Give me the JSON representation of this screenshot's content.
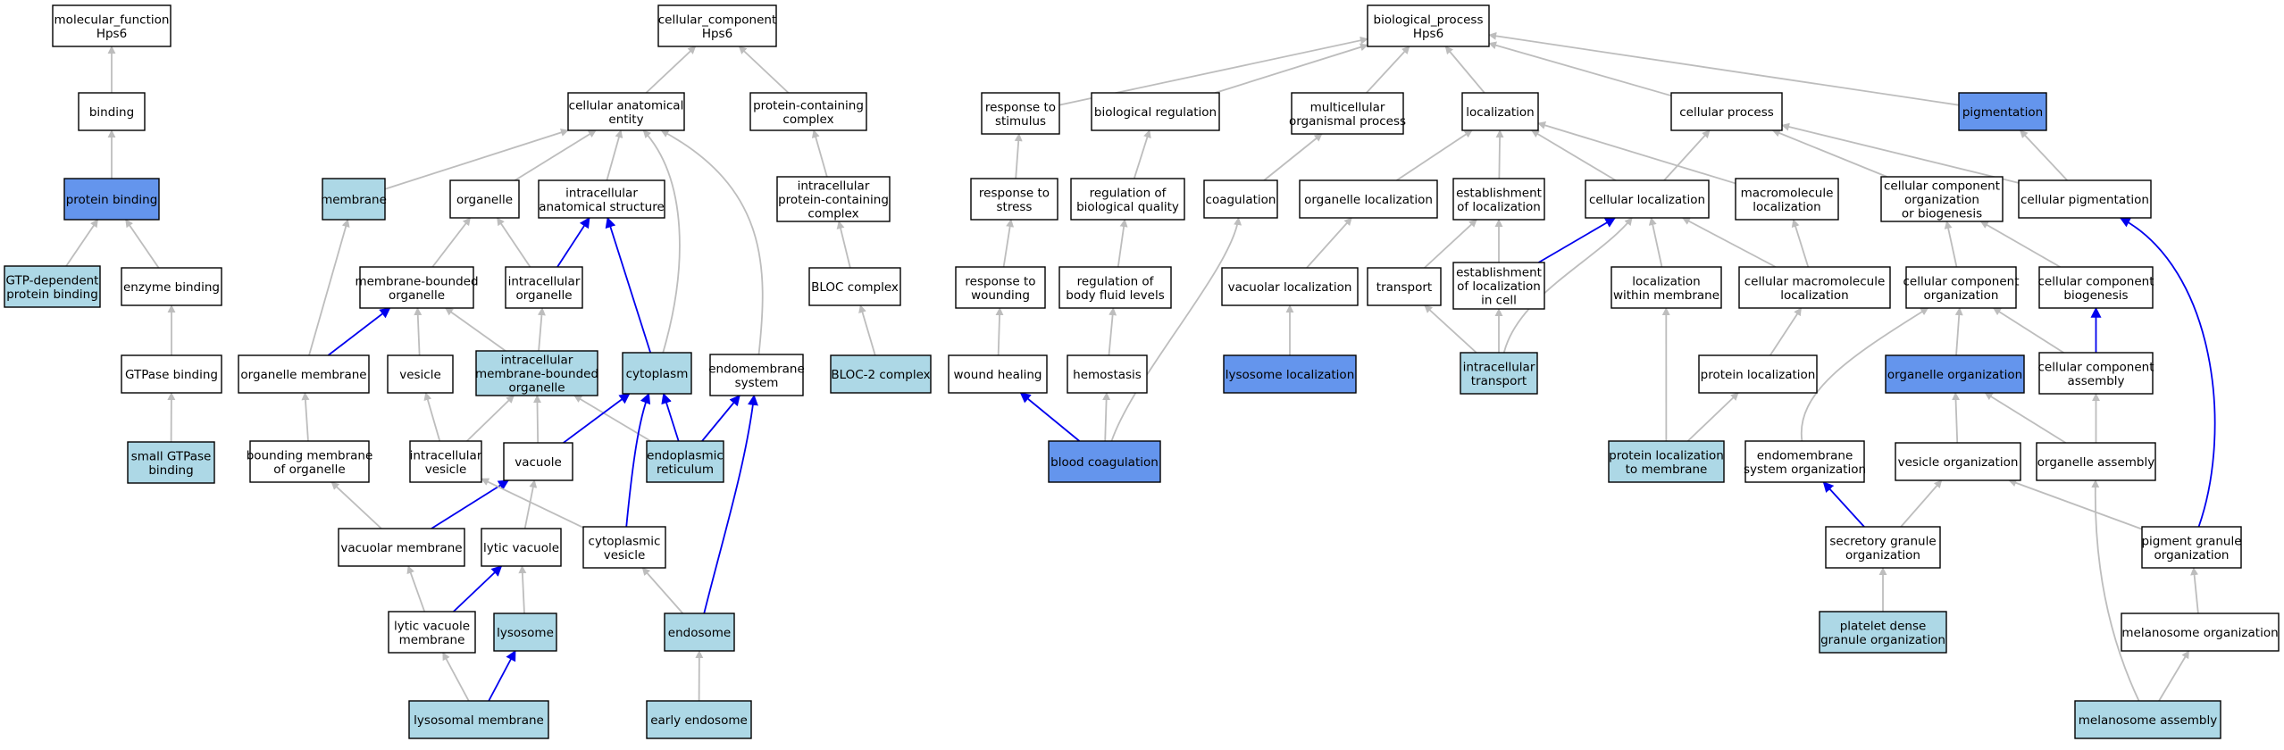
{
  "colors": {
    "plain": "#ffffff",
    "light": "#add8e6",
    "strong": "#6495ed",
    "edge_gray": "#bdbdbd",
    "edge_blue": "#0000ee"
  },
  "nodes": [
    {
      "id": "mf",
      "lines": [
        "molecular_function",
        "Hps6"
      ],
      "fill": "plain"
    },
    {
      "id": "binding",
      "lines": [
        "binding"
      ],
      "fill": "plain"
    },
    {
      "id": "pb",
      "lines": [
        "protein binding"
      ],
      "fill": "strong"
    },
    {
      "id": "gtpdep",
      "lines": [
        "GTP-dependent",
        "protein binding"
      ],
      "fill": "light"
    },
    {
      "id": "enz",
      "lines": [
        "enzyme binding"
      ],
      "fill": "plain"
    },
    {
      "id": "gtpase",
      "lines": [
        "GTPase binding"
      ],
      "fill": "plain"
    },
    {
      "id": "smallgtp",
      "lines": [
        "small GTPase",
        "binding"
      ],
      "fill": "light"
    },
    {
      "id": "cc",
      "lines": [
        "cellular_component",
        "Hps6"
      ],
      "fill": "plain"
    },
    {
      "id": "cae",
      "lines": [
        "cellular anatomical",
        "entity"
      ],
      "fill": "plain"
    },
    {
      "id": "pcc",
      "lines": [
        "protein-containing",
        "complex"
      ],
      "fill": "plain"
    },
    {
      "id": "membrane",
      "lines": [
        "membrane"
      ],
      "fill": "light"
    },
    {
      "id": "organelle",
      "lines": [
        "organelle"
      ],
      "fill": "plain"
    },
    {
      "id": "ias",
      "lines": [
        "intracellular",
        "anatomical structure"
      ],
      "fill": "plain"
    },
    {
      "id": "ipcc",
      "lines": [
        "intracellular",
        "protein-containing",
        "complex"
      ],
      "fill": "plain"
    },
    {
      "id": "mbo",
      "lines": [
        "membrane-bounded",
        "organelle"
      ],
      "fill": "plain"
    },
    {
      "id": "io",
      "lines": [
        "intracellular",
        "organelle"
      ],
      "fill": "plain"
    },
    {
      "id": "bloc",
      "lines": [
        "BLOC complex"
      ],
      "fill": "plain"
    },
    {
      "id": "orgmem",
      "lines": [
        "organelle membrane"
      ],
      "fill": "plain"
    },
    {
      "id": "vesicle",
      "lines": [
        "vesicle"
      ],
      "fill": "plain"
    },
    {
      "id": "imbo",
      "lines": [
        "intracellular",
        "membrane-bounded",
        "organelle"
      ],
      "fill": "light"
    },
    {
      "id": "cytoplasm",
      "lines": [
        "cytoplasm"
      ],
      "fill": "light"
    },
    {
      "id": "endosys",
      "lines": [
        "endomembrane",
        "system"
      ],
      "fill": "plain"
    },
    {
      "id": "bloc2",
      "lines": [
        "BLOC-2 complex"
      ],
      "fill": "light"
    },
    {
      "id": "bmo",
      "lines": [
        "bounding membrane",
        "of organelle"
      ],
      "fill": "plain"
    },
    {
      "id": "iv",
      "lines": [
        "intracellular",
        "vesicle"
      ],
      "fill": "plain"
    },
    {
      "id": "vacuole",
      "lines": [
        "vacuole"
      ],
      "fill": "plain"
    },
    {
      "id": "er",
      "lines": [
        "endoplasmic",
        "reticulum"
      ],
      "fill": "light"
    },
    {
      "id": "vacmem",
      "lines": [
        "vacuolar membrane"
      ],
      "fill": "plain"
    },
    {
      "id": "lytvac",
      "lines": [
        "lytic vacuole"
      ],
      "fill": "plain"
    },
    {
      "id": "cytves",
      "lines": [
        "cytoplasmic",
        "vesicle"
      ],
      "fill": "plain"
    },
    {
      "id": "lvm",
      "lines": [
        "lytic vacuole",
        "membrane"
      ],
      "fill": "plain"
    },
    {
      "id": "lysosome",
      "lines": [
        "lysosome"
      ],
      "fill": "light"
    },
    {
      "id": "endosome",
      "lines": [
        "endosome"
      ],
      "fill": "light"
    },
    {
      "id": "lysmem",
      "lines": [
        "lysosomal membrane"
      ],
      "fill": "light"
    },
    {
      "id": "early",
      "lines": [
        "early endosome"
      ],
      "fill": "light"
    },
    {
      "id": "bp",
      "lines": [
        "biological_process",
        "Hps6"
      ],
      "fill": "plain"
    },
    {
      "id": "rts",
      "lines": [
        "response to",
        "stimulus"
      ],
      "fill": "plain"
    },
    {
      "id": "breg",
      "lines": [
        "biological regulation"
      ],
      "fill": "plain"
    },
    {
      "id": "mop",
      "lines": [
        "multicellular",
        "organismal process"
      ],
      "fill": "plain"
    },
    {
      "id": "loc",
      "lines": [
        "localization"
      ],
      "fill": "plain"
    },
    {
      "id": "cellproc",
      "lines": [
        "cellular process"
      ],
      "fill": "plain"
    },
    {
      "id": "pigm",
      "lines": [
        "pigmentation"
      ],
      "fill": "strong"
    },
    {
      "id": "rtstress",
      "lines": [
        "response to",
        "stress"
      ],
      "fill": "plain"
    },
    {
      "id": "rbq",
      "lines": [
        "regulation of",
        "biological quality"
      ],
      "fill": "plain"
    },
    {
      "id": "coag",
      "lines": [
        "coagulation"
      ],
      "fill": "plain"
    },
    {
      "id": "orgloc",
      "lines": [
        "organelle localization"
      ],
      "fill": "plain"
    },
    {
      "id": "estloc",
      "lines": [
        "establishment",
        "of localization"
      ],
      "fill": "plain"
    },
    {
      "id": "cellloc",
      "lines": [
        "cellular localization"
      ],
      "fill": "plain"
    },
    {
      "id": "macloc",
      "lines": [
        "macromolecule",
        "localization"
      ],
      "fill": "plain"
    },
    {
      "id": "ccob",
      "lines": [
        "cellular component",
        "organization",
        "or biogenesis"
      ],
      "fill": "plain"
    },
    {
      "id": "cellpig",
      "lines": [
        "cellular pigmentation"
      ],
      "fill": "plain"
    },
    {
      "id": "rtw",
      "lines": [
        "response to",
        "wounding"
      ],
      "fill": "plain"
    },
    {
      "id": "rbfl",
      "lines": [
        "regulation of",
        "body fluid levels"
      ],
      "fill": "plain"
    },
    {
      "id": "vacloc",
      "lines": [
        "vacuolar localization"
      ],
      "fill": "plain"
    },
    {
      "id": "transport",
      "lines": [
        "transport"
      ],
      "fill": "plain"
    },
    {
      "id": "estcell",
      "lines": [
        "establishment",
        "of localization",
        "in cell"
      ],
      "fill": "plain"
    },
    {
      "id": "locmem",
      "lines": [
        "localization",
        "within membrane"
      ],
      "fill": "plain"
    },
    {
      "id": "cmacloc",
      "lines": [
        "cellular macromolecule",
        "localization"
      ],
      "fill": "plain"
    },
    {
      "id": "ccorg",
      "lines": [
        "cellular component",
        "organization"
      ],
      "fill": "plain"
    },
    {
      "id": "ccbio",
      "lines": [
        "cellular component",
        "biogenesis"
      ],
      "fill": "plain"
    },
    {
      "id": "wound",
      "lines": [
        "wound healing"
      ],
      "fill": "plain"
    },
    {
      "id": "hemo",
      "lines": [
        "hemostasis"
      ],
      "fill": "plain"
    },
    {
      "id": "lysloc",
      "lines": [
        "lysosome localization"
      ],
      "fill": "strong"
    },
    {
      "id": "itrans",
      "lines": [
        "intracellular",
        "transport"
      ],
      "fill": "light"
    },
    {
      "id": "protloc",
      "lines": [
        "protein localization"
      ],
      "fill": "plain"
    },
    {
      "id": "orgorg",
      "lines": [
        "organelle organization"
      ],
      "fill": "strong"
    },
    {
      "id": "ccassem",
      "lines": [
        "cellular component",
        "assembly"
      ],
      "fill": "plain"
    },
    {
      "id": "bcoag",
      "lines": [
        "blood coagulation"
      ],
      "fill": "strong"
    },
    {
      "id": "plmem",
      "lines": [
        "protein localization",
        "to membrane"
      ],
      "fill": "light"
    },
    {
      "id": "endoorg",
      "lines": [
        "endomembrane",
        "system organization"
      ],
      "fill": "plain"
    },
    {
      "id": "vesorg",
      "lines": [
        "vesicle organization"
      ],
      "fill": "plain"
    },
    {
      "id": "orgassem",
      "lines": [
        "organelle assembly"
      ],
      "fill": "plain"
    },
    {
      "id": "sgo",
      "lines": [
        "secretory granule",
        "organization"
      ],
      "fill": "plain"
    },
    {
      "id": "pgo",
      "lines": [
        "pigment granule",
        "organization"
      ],
      "fill": "plain"
    },
    {
      "id": "pdgo",
      "lines": [
        "platelet dense",
        "granule organization"
      ],
      "fill": "light"
    },
    {
      "id": "melorg",
      "lines": [
        "melanosome organization"
      ],
      "fill": "plain"
    },
    {
      "id": "melass",
      "lines": [
        "melanosome assembly"
      ],
      "fill": "light"
    }
  ],
  "edges": [
    {
      "from": "binding",
      "to": "mf",
      "kind": "gray"
    },
    {
      "from": "pb",
      "to": "binding",
      "kind": "gray"
    },
    {
      "from": "gtpdep",
      "to": "pb",
      "kind": "gray"
    },
    {
      "from": "enz",
      "to": "pb",
      "kind": "gray"
    },
    {
      "from": "gtpase",
      "to": "enz",
      "kind": "gray"
    },
    {
      "from": "smallgtp",
      "to": "gtpase",
      "kind": "gray"
    },
    {
      "from": "cae",
      "to": "cc",
      "kind": "gray"
    },
    {
      "from": "pcc",
      "to": "cc",
      "kind": "gray"
    },
    {
      "from": "membrane",
      "to": "cae",
      "kind": "gray"
    },
    {
      "from": "organelle",
      "to": "cae",
      "kind": "gray"
    },
    {
      "from": "ias",
      "to": "cae",
      "kind": "gray"
    },
    {
      "from": "cytoplasm",
      "to": "cae",
      "kind": "gray"
    },
    {
      "from": "endosys",
      "to": "cae",
      "kind": "gray"
    },
    {
      "from": "ipcc",
      "to": "pcc",
      "kind": "gray"
    },
    {
      "from": "mbo",
      "to": "organelle",
      "kind": "gray"
    },
    {
      "from": "io",
      "to": "organelle",
      "kind": "gray"
    },
    {
      "from": "io",
      "to": "ias",
      "kind": "blue"
    },
    {
      "from": "cytoplasm",
      "to": "ias",
      "kind": "blue"
    },
    {
      "from": "bloc",
      "to": "ipcc",
      "kind": "gray"
    },
    {
      "from": "orgmem",
      "to": "membrane",
      "kind": "gray"
    },
    {
      "from": "orgmem",
      "to": "mbo",
      "kind": "blue"
    },
    {
      "from": "vesicle",
      "to": "mbo",
      "kind": "gray"
    },
    {
      "from": "imbo",
      "to": "mbo",
      "kind": "gray"
    },
    {
      "from": "imbo",
      "to": "io",
      "kind": "gray"
    },
    {
      "from": "bloc2",
      "to": "bloc",
      "kind": "gray"
    },
    {
      "from": "bmo",
      "to": "orgmem",
      "kind": "gray"
    },
    {
      "from": "iv",
      "to": "vesicle",
      "kind": "gray"
    },
    {
      "from": "iv",
      "to": "imbo",
      "kind": "gray"
    },
    {
      "from": "vacuole",
      "to": "imbo",
      "kind": "gray"
    },
    {
      "from": "er",
      "to": "imbo",
      "kind": "gray"
    },
    {
      "from": "vacuole",
      "to": "cytoplasm",
      "kind": "blue"
    },
    {
      "from": "er",
      "to": "cytoplasm",
      "kind": "blue"
    },
    {
      "from": "cytves",
      "to": "cytoplasm",
      "kind": "blue"
    },
    {
      "from": "er",
      "to": "endosys",
      "kind": "blue"
    },
    {
      "from": "endosome",
      "to": "endosys",
      "kind": "blue"
    },
    {
      "from": "vacmem",
      "to": "bmo",
      "kind": "gray"
    },
    {
      "from": "vacmem",
      "to": "vacuole",
      "kind": "blue"
    },
    {
      "from": "lytvac",
      "to": "vacuole",
      "kind": "gray"
    },
    {
      "from": "cytves",
      "to": "iv",
      "kind": "gray"
    },
    {
      "from": "lvm",
      "to": "vacmem",
      "kind": "gray"
    },
    {
      "from": "lvm",
      "to": "lytvac",
      "kind": "blue"
    },
    {
      "from": "lysosome",
      "to": "lytvac",
      "kind": "gray"
    },
    {
      "from": "endosome",
      "to": "cytves",
      "kind": "gray"
    },
    {
      "from": "lysmem",
      "to": "lvm",
      "kind": "gray"
    },
    {
      "from": "lysmem",
      "to": "lysosome",
      "kind": "blue"
    },
    {
      "from": "early",
      "to": "endosome",
      "kind": "gray"
    },
    {
      "from": "rts",
      "to": "bp",
      "kind": "gray"
    },
    {
      "from": "breg",
      "to": "bp",
      "kind": "gray"
    },
    {
      "from": "mop",
      "to": "bp",
      "kind": "gray"
    },
    {
      "from": "loc",
      "to": "bp",
      "kind": "gray"
    },
    {
      "from": "cellproc",
      "to": "bp",
      "kind": "gray"
    },
    {
      "from": "pigm",
      "to": "bp",
      "kind": "gray"
    },
    {
      "from": "rtstress",
      "to": "rts",
      "kind": "gray"
    },
    {
      "from": "rbq",
      "to": "breg",
      "kind": "gray"
    },
    {
      "from": "coag",
      "to": "mop",
      "kind": "gray"
    },
    {
      "from": "orgloc",
      "to": "loc",
      "kind": "gray"
    },
    {
      "from": "estloc",
      "to": "loc",
      "kind": "gray"
    },
    {
      "from": "cellloc",
      "to": "loc",
      "kind": "gray"
    },
    {
      "from": "macloc",
      "to": "loc",
      "kind": "gray"
    },
    {
      "from": "cellloc",
      "to": "cellproc",
      "kind": "gray"
    },
    {
      "from": "ccob",
      "to": "cellproc",
      "kind": "gray"
    },
    {
      "from": "cellpig",
      "to": "cellproc",
      "kind": "gray"
    },
    {
      "from": "cellpig",
      "to": "pigm",
      "kind": "gray"
    },
    {
      "from": "rtw",
      "to": "rtstress",
      "kind": "gray"
    },
    {
      "from": "rbfl",
      "to": "rbq",
      "kind": "gray"
    },
    {
      "from": "vacloc",
      "to": "orgloc",
      "kind": "gray"
    },
    {
      "from": "transport",
      "to": "estloc",
      "kind": "gray"
    },
    {
      "from": "estcell",
      "to": "estloc",
      "kind": "gray"
    },
    {
      "from": "estcell",
      "to": "cellloc",
      "kind": "blue"
    },
    {
      "from": "locmem",
      "to": "cellloc",
      "kind": "gray"
    },
    {
      "from": "cmacloc",
      "to": "cellloc",
      "kind": "gray"
    },
    {
      "from": "cmacloc",
      "to": "macloc",
      "kind": "gray"
    },
    {
      "from": "ccorg",
      "to": "ccob",
      "kind": "gray"
    },
    {
      "from": "ccbio",
      "to": "ccob",
      "kind": "gray"
    },
    {
      "from": "wound",
      "to": "rtw",
      "kind": "gray"
    },
    {
      "from": "hemo",
      "to": "rbfl",
      "kind": "gray"
    },
    {
      "from": "lysloc",
      "to": "vacloc",
      "kind": "gray"
    },
    {
      "from": "itrans",
      "to": "transport",
      "kind": "gray"
    },
    {
      "from": "itrans",
      "to": "estcell",
      "kind": "gray"
    },
    {
      "from": "itrans",
      "to": "cellloc",
      "kind": "gray"
    },
    {
      "from": "protloc",
      "to": "cmacloc",
      "kind": "gray"
    },
    {
      "from": "orgorg",
      "to": "ccorg",
      "kind": "gray"
    },
    {
      "from": "ccassem",
      "to": "ccorg",
      "kind": "gray"
    },
    {
      "from": "ccassem",
      "to": "ccbio",
      "kind": "blue"
    },
    {
      "from": "bcoag",
      "to": "wound",
      "kind": "blue"
    },
    {
      "from": "bcoag",
      "to": "hemo",
      "kind": "gray"
    },
    {
      "from": "bcoag",
      "to": "coag",
      "kind": "gray"
    },
    {
      "from": "plmem",
      "to": "locmem",
      "kind": "gray"
    },
    {
      "from": "plmem",
      "to": "protloc",
      "kind": "gray"
    },
    {
      "from": "endoorg",
      "to": "ccorg",
      "kind": "gray"
    },
    {
      "from": "vesorg",
      "to": "orgorg",
      "kind": "gray"
    },
    {
      "from": "orgassem",
      "to": "orgorg",
      "kind": "gray"
    },
    {
      "from": "orgassem",
      "to": "ccassem",
      "kind": "gray"
    },
    {
      "from": "sgo",
      "to": "endoorg",
      "kind": "blue"
    },
    {
      "from": "sgo",
      "to": "vesorg",
      "kind": "gray"
    },
    {
      "from": "pgo",
      "to": "vesorg",
      "kind": "gray"
    },
    {
      "from": "pgo",
      "to": "cellpig",
      "kind": "blue"
    },
    {
      "from": "pdgo",
      "to": "sgo",
      "kind": "gray"
    },
    {
      "from": "melorg",
      "to": "pgo",
      "kind": "gray"
    },
    {
      "from": "melass",
      "to": "melorg",
      "kind": "gray"
    },
    {
      "from": "melass",
      "to": "orgassem",
      "kind": "gray"
    }
  ]
}
